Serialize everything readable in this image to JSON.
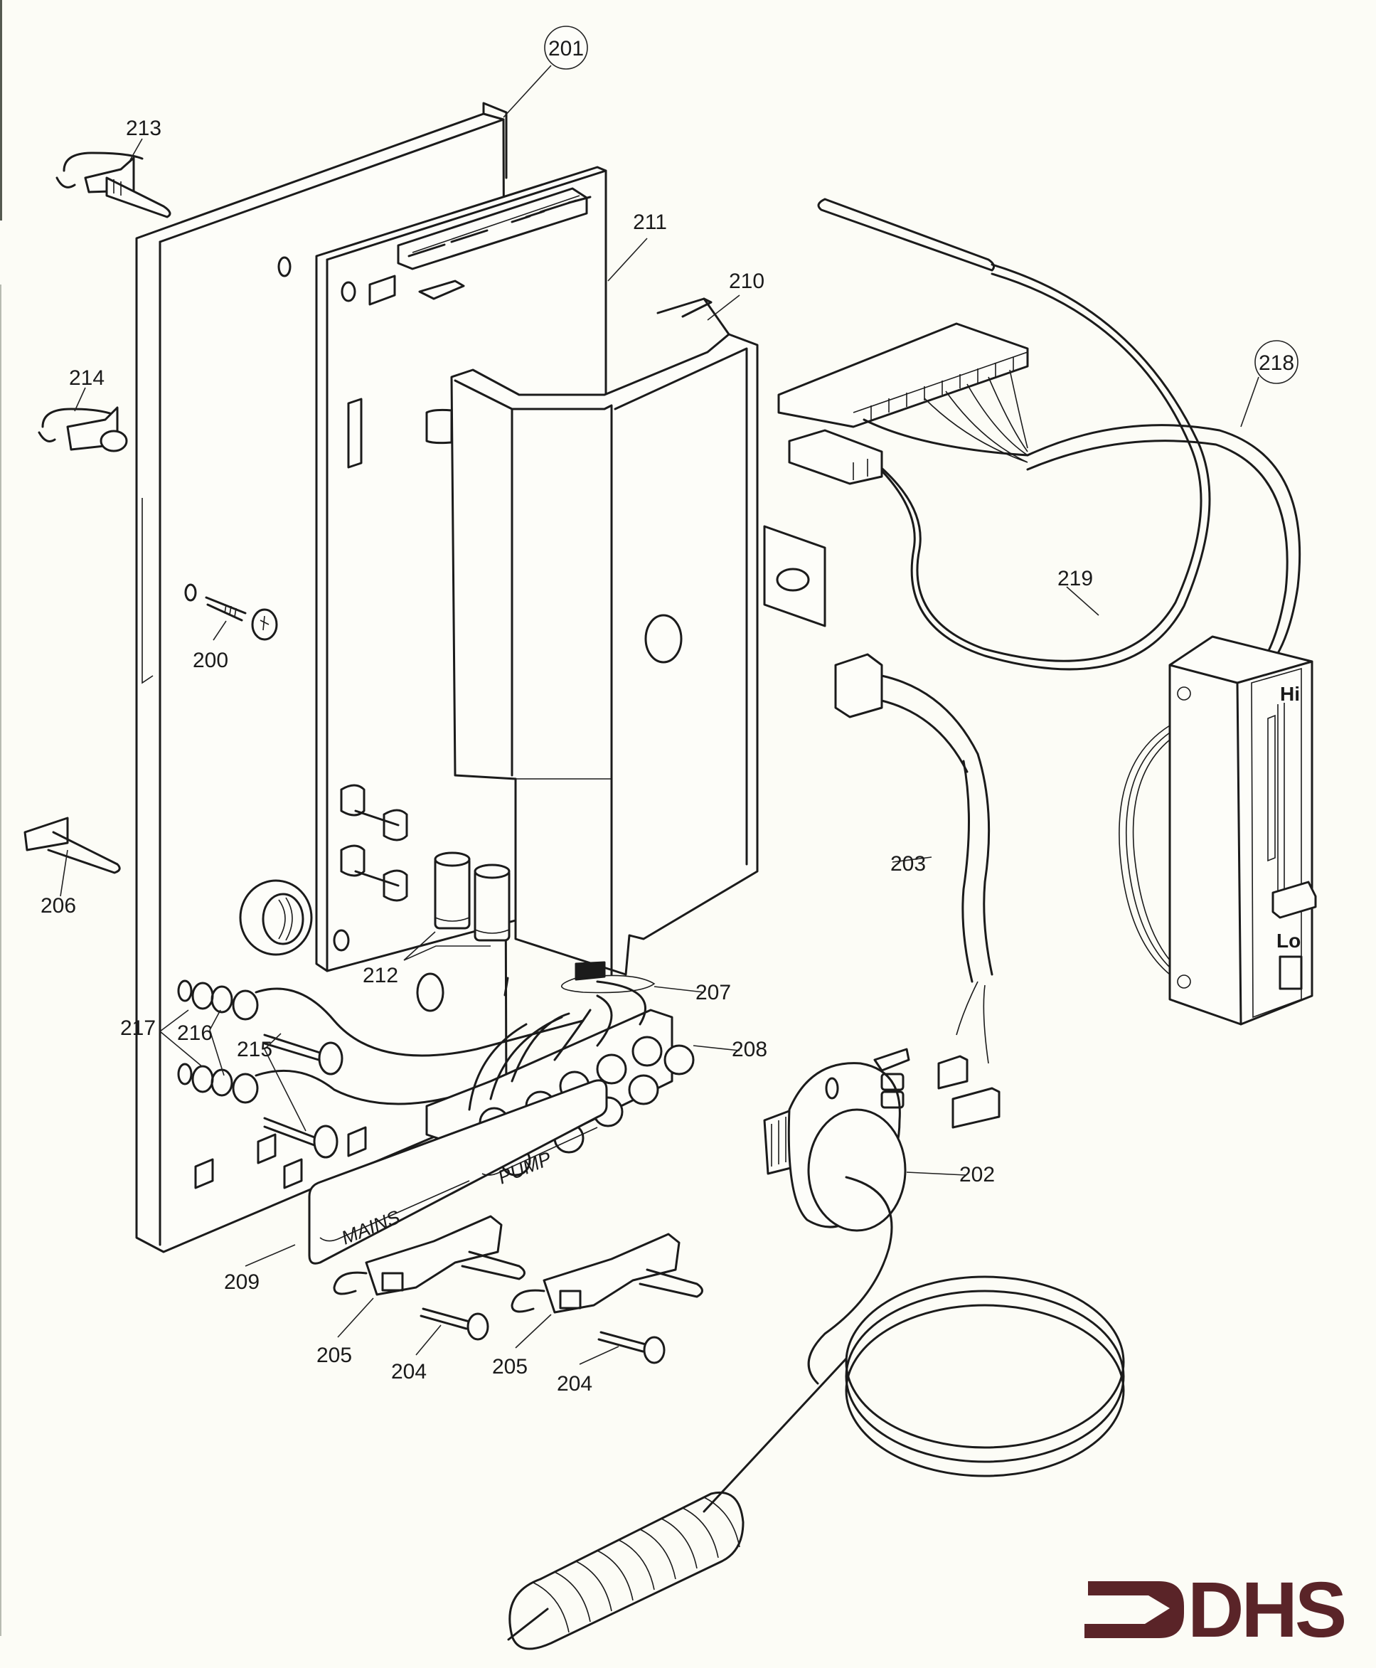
{
  "diagram": {
    "title": "Control panel exploded parts view",
    "part_labels": [
      {
        "id": "200",
        "text": "200",
        "circled": false
      },
      {
        "id": "201",
        "text": "201",
        "circled": true
      },
      {
        "id": "202",
        "text": "202",
        "circled": false
      },
      {
        "id": "203",
        "text": "203",
        "circled": false
      },
      {
        "id": "204a",
        "text": "204",
        "circled": false
      },
      {
        "id": "204b",
        "text": "204",
        "circled": false
      },
      {
        "id": "205a",
        "text": "205",
        "circled": false
      },
      {
        "id": "205b",
        "text": "205",
        "circled": false
      },
      {
        "id": "206",
        "text": "206",
        "circled": false
      },
      {
        "id": "207",
        "text": "207",
        "circled": false
      },
      {
        "id": "208",
        "text": "208",
        "circled": false
      },
      {
        "id": "209",
        "text": "209",
        "circled": false
      },
      {
        "id": "210",
        "text": "210",
        "circled": false
      },
      {
        "id": "211",
        "text": "211",
        "circled": false
      },
      {
        "id": "212",
        "text": "212",
        "circled": false
      },
      {
        "id": "213",
        "text": "213",
        "circled": false
      },
      {
        "id": "214",
        "text": "214",
        "circled": false
      },
      {
        "id": "215",
        "text": "215",
        "circled": false
      },
      {
        "id": "216",
        "text": "216",
        "circled": false
      },
      {
        "id": "217",
        "text": "217",
        "circled": false
      },
      {
        "id": "218",
        "text": "218",
        "circled": true
      },
      {
        "id": "219",
        "text": "219",
        "circled": false
      }
    ],
    "panel_markings": {
      "mains": "MAINS",
      "pump": "PUMP"
    },
    "thermostat_markings": {
      "hi": "Hi",
      "lo": "Lo"
    }
  },
  "branding": {
    "logo_text": "DHS",
    "logo_color": "#5a2428"
  },
  "colors": {
    "background": "#fcfcf6",
    "line": "#1b1b1b"
  }
}
